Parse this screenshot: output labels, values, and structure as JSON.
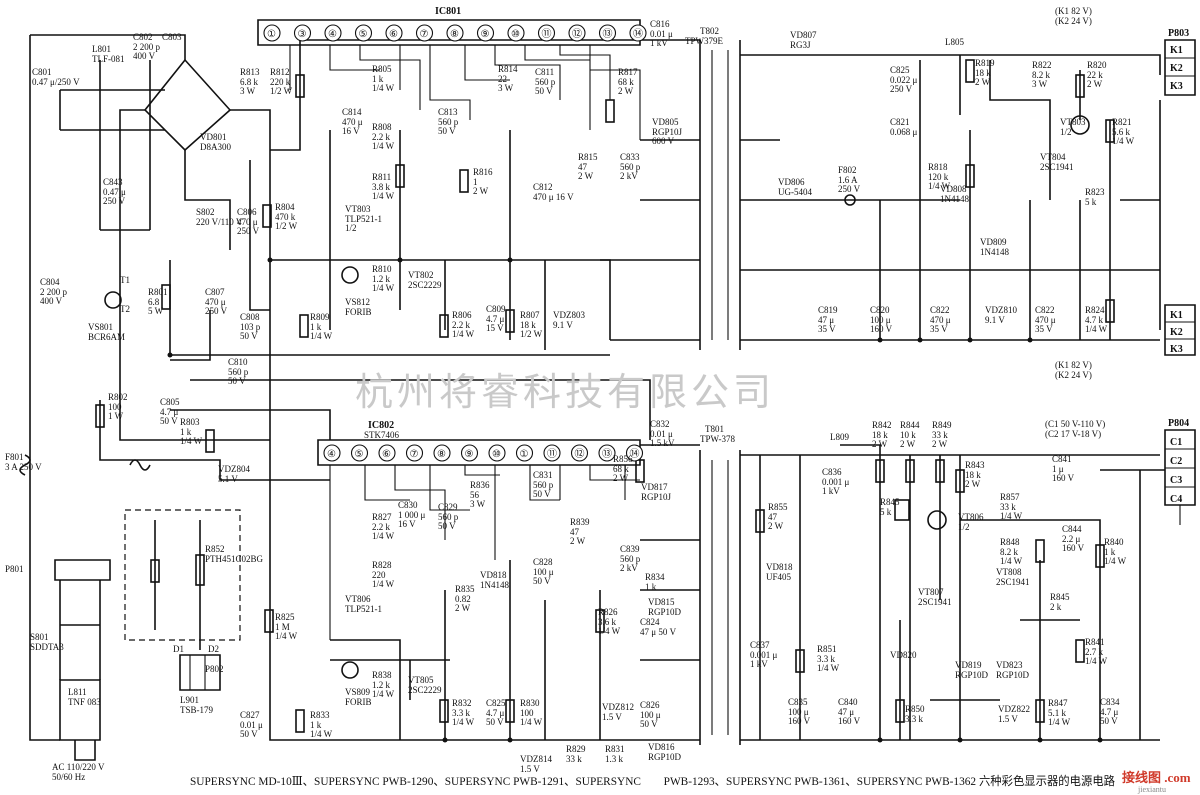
{
  "ic801": {
    "name": "IC801",
    "pins": [
      "①",
      "③",
      "④",
      "⑤",
      "⑥",
      "⑦",
      "⑧",
      "⑨",
      "⑩",
      "⑪",
      "⑫",
      "⑬",
      "⑭"
    ]
  },
  "ic802": {
    "name": "IC802",
    "model": "STK7406",
    "pins": [
      "④",
      "⑤",
      "⑥",
      "⑦",
      "⑧",
      "⑨",
      "⑩",
      "①",
      "⑪",
      "⑫",
      "⑬",
      "⑭"
    ]
  },
  "t802": {
    "name": "T802",
    "model": "TPW379E"
  },
  "t801": {
    "name": "T801",
    "model": "TPW-378"
  },
  "p803": {
    "name": "P803",
    "pins": [
      "K1",
      "K2",
      "K3"
    ],
    "pins_lower": [
      "K1",
      "K2",
      "K3"
    ],
    "note_top": "(K1 82 V)\n(K2 24 V)",
    "note_bot": "(K1 82 V)\n(K2 24 V)"
  },
  "p804": {
    "name": "P804",
    "pins": [
      "C1",
      "C2",
      "C3",
      "C4"
    ],
    "note": "(C1 50 V-110 V)\n(C2 17 V-18 V)"
  },
  "components": [
    {
      "ref": "C802",
      "val": "2 200 p\n400 V"
    },
    {
      "ref": "C803",
      "val": ""
    },
    {
      "ref": "L801",
      "val": "TLF-081"
    },
    {
      "ref": "C801",
      "val": "0.47 μ/250 V"
    },
    {
      "ref": "C843",
      "val": "0.47 μ\n250 V"
    },
    {
      "ref": "VD801",
      "val": "D8A300"
    },
    {
      "ref": "S802",
      "val": "220 V/110 V"
    },
    {
      "ref": "C806",
      "val": "470 μ\n250 V"
    },
    {
      "ref": "C804",
      "val": "2 200 p\n400 V"
    },
    {
      "ref": "R801",
      "val": "6.8\n5 W"
    },
    {
      "ref": "C807",
      "val": "470 μ\n250 V"
    },
    {
      "ref": "VS801",
      "val": "BCR6AM"
    },
    {
      "ref": "R813",
      "val": "6.8 k\n3 W"
    },
    {
      "ref": "R812",
      "val": "220 k\n1/2 W"
    },
    {
      "ref": "R804",
      "val": "470 k\n1/2 W"
    },
    {
      "ref": "R805",
      "val": "1 k\n1/4 W"
    },
    {
      "ref": "C814",
      "val": "470 μ\n16 V"
    },
    {
      "ref": "R808",
      "val": "2.2 k\n1/4 W"
    },
    {
      "ref": "R811",
      "val": "3.8 k\n1/4 W"
    },
    {
      "ref": "VT803",
      "val": "TLP521-1\n1/2"
    },
    {
      "ref": "R810",
      "val": "1.2 k\n1/4 W"
    },
    {
      "ref": "VT802",
      "val": "2SC2229"
    },
    {
      "ref": "VS812",
      "val": "FORIB"
    },
    {
      "ref": "C808",
      "val": "103 p\n50 V"
    },
    {
      "ref": "R809",
      "val": "1 k\n1/4 W"
    },
    {
      "ref": "C810",
      "val": "560 p\n50 V"
    },
    {
      "ref": "R802",
      "val": "100\n1 W"
    },
    {
      "ref": "C805",
      "val": "4.7 μ\n50 V"
    },
    {
      "ref": "R803",
      "val": "1 k\n1/4 W"
    },
    {
      "ref": "VDZ804",
      "val": "5.1 V"
    },
    {
      "ref": "R806",
      "val": "2.2 k\n1/4 W"
    },
    {
      "ref": "C809",
      "val": "4.7 μ\n15 V"
    },
    {
      "ref": "R807",
      "val": "18 k\n1/2 W"
    },
    {
      "ref": "VDZ803",
      "val": "9.1 V"
    },
    {
      "ref": "R814",
      "val": "22\n3 W"
    },
    {
      "ref": "C811",
      "val": "560 p\n50 V"
    },
    {
      "ref": "C813",
      "val": "560 p\n50 V"
    },
    {
      "ref": "R816",
      "val": "1\n2 W"
    },
    {
      "ref": "C812",
      "val": "470 μ 16 V"
    },
    {
      "ref": "R815",
      "val": "47\n2 W"
    },
    {
      "ref": "C833",
      "val": "560 p\n2 kV"
    },
    {
      "ref": "C816",
      "val": "0.01 μ\n1 kV"
    },
    {
      "ref": "R817",
      "val": "68 k\n2 W"
    },
    {
      "ref": "VD805",
      "val": "RGP10J\n600 V"
    },
    {
      "ref": "VD807",
      "val": "RG3J"
    },
    {
      "ref": "L805",
      "val": ""
    },
    {
      "ref": "C825",
      "val": "0.022 μ\n250 V"
    },
    {
      "ref": "R819",
      "val": "18 k\n2 W"
    },
    {
      "ref": "R822",
      "val": "8.2 k\n3 W"
    },
    {
      "ref": "R820",
      "val": "22 k\n2 W"
    },
    {
      "ref": "C821",
      "val": "0.068 μ"
    },
    {
      "ref": "VT803",
      "val": "1/2"
    },
    {
      "ref": "R821",
      "val": "5.6 k\n1/4 W"
    },
    {
      "ref": "VT804",
      "val": "2SC1941"
    },
    {
      "ref": "R818",
      "val": "120 k\n1/4 W"
    },
    {
      "ref": "VD806",
      "val": "UG-5404"
    },
    {
      "ref": "F802",
      "val": "1.6 A\n250 V"
    },
    {
      "ref": "VD808",
      "val": "1N4148"
    },
    {
      "ref": "R823",
      "val": "5 k"
    },
    {
      "ref": "VD809",
      "val": "1N4148"
    },
    {
      "ref": "C819",
      "val": "47 μ\n35 V"
    },
    {
      "ref": "C820",
      "val": "100 μ\n160 V"
    },
    {
      "ref": "C822",
      "val": "470 μ\n35 V"
    },
    {
      "ref": "VDZ810",
      "val": "9.1 V"
    },
    {
      "ref": "C822b",
      "val": "470 μ\n35 V"
    },
    {
      "ref": "R824",
      "val": "4.7 k\n1/4 W"
    },
    {
      "ref": "F801",
      "val": "3 A 250 V"
    },
    {
      "ref": "P801",
      "val": ""
    },
    {
      "ref": "R852",
      "val": "PTH451C02BG"
    },
    {
      "ref": "S801",
      "val": "SDDTA3"
    },
    {
      "ref": "L811",
      "val": "TNF 083"
    },
    {
      "ref": "P802",
      "val": ""
    },
    {
      "ref": "L901",
      "val": "TSB-179"
    },
    {
      "ref": "R825",
      "val": "1 M\n1/4 W"
    },
    {
      "ref": "C827",
      "val": "0.01 μ\n50 V"
    },
    {
      "ref": "R833",
      "val": "1 k\n1/4 W"
    },
    {
      "ref": "VS809",
      "val": "FORIB"
    },
    {
      "ref": "R838",
      "val": "1.2 k\n1/4 W"
    },
    {
      "ref": "VT805",
      "val": "2SC2229"
    },
    {
      "ref": "R827",
      "val": "2.2 k\n1/4 W"
    },
    {
      "ref": "R828",
      "val": "220\n1/4 W"
    },
    {
      "ref": "VT806",
      "val": "TLP521-1"
    },
    {
      "ref": "C830",
      "val": "1 000 μ\n16 V"
    },
    {
      "ref": "C829",
      "val": "560 p\n50 V"
    },
    {
      "ref": "R836",
      "val": "56\n3 W"
    },
    {
      "ref": "C831",
      "val": "560 p\n50 V"
    },
    {
      "ref": "R839",
      "val": "47\n2 W"
    },
    {
      "ref": "R835",
      "val": "0.82\n2 W"
    },
    {
      "ref": "VD818",
      "val": "1N4148"
    },
    {
      "ref": "C828",
      "val": "100 μ\n50 V"
    },
    {
      "ref": "C839",
      "val": "560 p\n2 kV"
    },
    {
      "ref": "R832",
      "val": "3.3 k\n1/4 W"
    },
    {
      "ref": "C825b",
      "val": "4.7 μ\n50 V"
    },
    {
      "ref": "R830",
      "val": "100\n1/4 W"
    },
    {
      "ref": "VDZ812",
      "val": "1.5 V"
    },
    {
      "ref": "C826",
      "val": "100 μ\n50 V"
    },
    {
      "ref": "VDZ814",
      "val": "1.5 V"
    },
    {
      "ref": "R829",
      "val": "33 k"
    },
    {
      "ref": "R831",
      "val": "1.3 k"
    },
    {
      "ref": "VD816",
      "val": "RGP10D"
    },
    {
      "ref": "R826",
      "val": "3.6 k\n1/4 W"
    },
    {
      "ref": "C824",
      "val": "47 μ 50 V"
    },
    {
      "ref": "R834",
      "val": "1 k"
    },
    {
      "ref": "VD815",
      "val": "RGP10D"
    },
    {
      "ref": "C832",
      "val": "0.01 μ\n1.5 kV"
    },
    {
      "ref": "R856",
      "val": "68 k\n2 W"
    },
    {
      "ref": "VD817",
      "val": "RGP10J"
    },
    {
      "ref": "R855",
      "val": "47\n2 W"
    },
    {
      "ref": "VD818b",
      "val": "UF405"
    },
    {
      "ref": "C837",
      "val": "0.001 μ\n1 kV"
    },
    {
      "ref": "C835",
      "val": "100 μ\n160 V"
    },
    {
      "ref": "L809",
      "val": ""
    },
    {
      "ref": "C836",
      "val": "0.001 μ\n1 kV"
    },
    {
      "ref": "R851",
      "val": "3.3 k\n1/4 W"
    },
    {
      "ref": "C840",
      "val": "47 μ\n160 V"
    },
    {
      "ref": "R842",
      "val": "18 k\n2 W"
    },
    {
      "ref": "R844",
      "val": "10 k\n2 W"
    },
    {
      "ref": "R849",
      "val": "33 k\n2 W"
    },
    {
      "ref": "R843",
      "val": "18 k\n2 W"
    },
    {
      "ref": "C841",
      "val": "1 μ\n160 V"
    },
    {
      "ref": "R845",
      "val": "5 k"
    },
    {
      "ref": "VT806b",
      "val": "1/2"
    },
    {
      "ref": "R857",
      "val": "33 k\n1/4 W"
    },
    {
      "ref": "C844",
      "val": "2.2 μ\n160 V"
    },
    {
      "ref": "R840",
      "val": "1 k\n1/4 W"
    },
    {
      "ref": "R848",
      "val": "8.2 k\n1/4 W"
    },
    {
      "ref": "VT807",
      "val": "2SC1941"
    },
    {
      "ref": "VT808",
      "val": "2SC1941"
    },
    {
      "ref": "R845b",
      "val": "2 k"
    },
    {
      "ref": "R841",
      "val": "2.7 k\n1/4 W"
    },
    {
      "ref": "VD820",
      "val": ""
    },
    {
      "ref": "VD819",
      "val": "RGP10D"
    },
    {
      "ref": "VD823",
      "val": "RGP10D"
    },
    {
      "ref": "R850",
      "val": "3.3 k"
    },
    {
      "ref": "VDZ822",
      "val": "1.5 V"
    },
    {
      "ref": "R847",
      "val": "5.1 k\n1/4 W"
    },
    {
      "ref": "C834",
      "val": "4.7 μ\n50 V"
    },
    {
      "ref": "D1",
      "val": ""
    },
    {
      "ref": "D2",
      "val": ""
    },
    {
      "ref": "T1",
      "val": ""
    },
    {
      "ref": "T2",
      "val": ""
    }
  ],
  "ac_input": "AC 110/220 V\n50/60 Hz",
  "watermark": "杭州将睿科技有限公司",
  "caption": "SUPERSYNC MD-10Ⅲ、SUPERSYNC PWB-1290、SUPERSYNC PWB-1291、SUPERSYNC　　PWB-1293、SUPERSYNC PWB-1361、SUPERSYNC PWB-1362 六种彩色显示器的电源电路",
  "logo": "接线图 .com",
  "logo_sub": "jiexiantu"
}
